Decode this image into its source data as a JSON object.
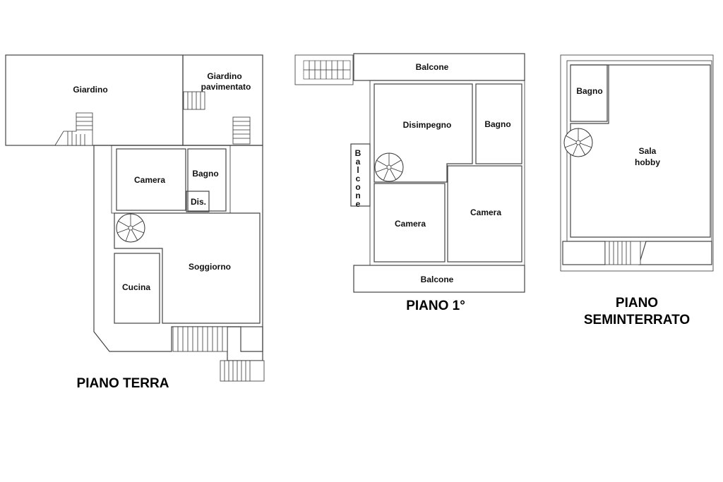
{
  "colors": {
    "garden": "#a6d7b5",
    "brown": "#b06d00",
    "pink": "#fbd0dc",
    "blue": "#cfe4f7",
    "yellow": "#ffff00",
    "orange": "#ffc800",
    "grey": "#dcdcdc",
    "dis": "#d4d4d4"
  },
  "floors": {
    "terra": {
      "title": "PIANO TERRA",
      "rooms": {
        "giardino": "Giardino",
        "giardino_pav_1": "Giardino",
        "giardino_pav_2": "pavimentato",
        "camera": "Camera",
        "bagno": "Bagno",
        "dis": "Dis.",
        "soggiorno": "Soggiorno",
        "cucina": "Cucina"
      }
    },
    "primo": {
      "title": "PIANO 1°",
      "rooms": {
        "balcone_top": "Balcone",
        "disimpegno": "Disimpegno",
        "bagno": "Bagno",
        "balcone_side": "Balcone",
        "camera_left": "Camera",
        "camera_right": "Camera",
        "balcone_bottom": "Balcone"
      }
    },
    "seminterrato": {
      "title_line1": "PIANO",
      "title_line2": "SEMINTERRATO",
      "rooms": {
        "bagno": "Bagno",
        "sala_1": "Sala",
        "sala_2": "hobby"
      }
    }
  }
}
